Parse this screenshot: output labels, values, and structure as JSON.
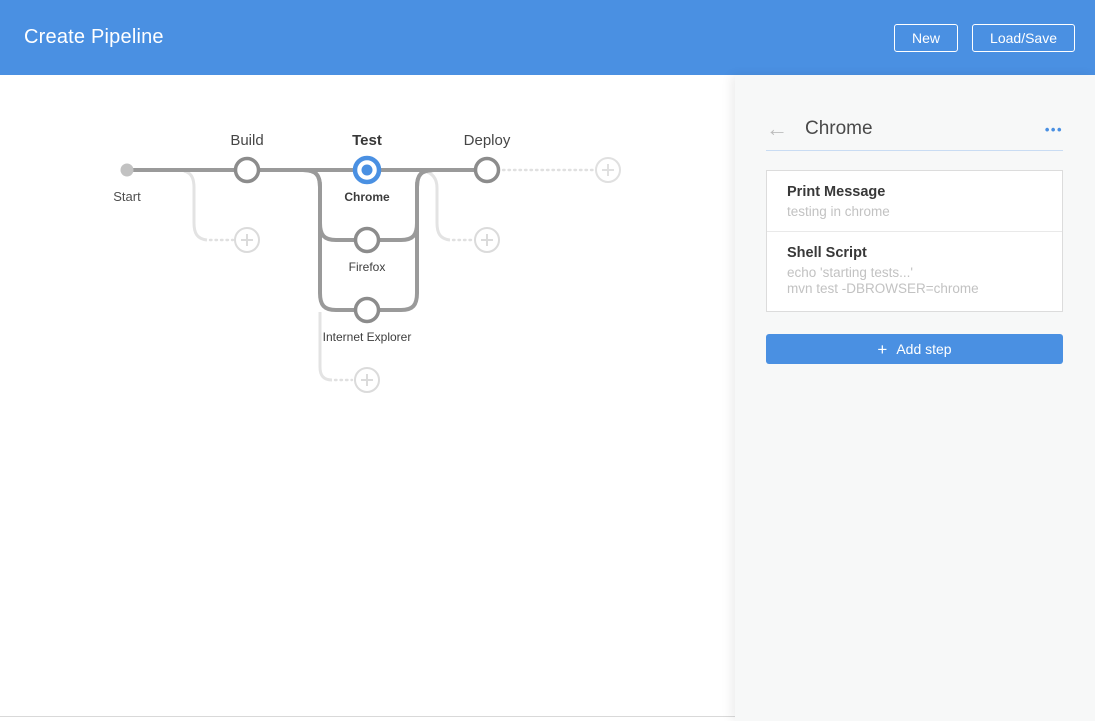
{
  "header": {
    "title": "Create Pipeline",
    "new_button": "New",
    "load_save_button": "Load/Save"
  },
  "pipeline": {
    "start_label": "Start",
    "stages": [
      {
        "name": "Build",
        "selected": false
      },
      {
        "name": "Test",
        "selected": true,
        "branches": [
          {
            "name": "Chrome",
            "selected": true
          },
          {
            "name": "Firefox",
            "selected": false
          },
          {
            "name": "Internet Explorer",
            "selected": false
          }
        ]
      },
      {
        "name": "Deploy",
        "selected": false
      }
    ]
  },
  "panel": {
    "back_icon": "←",
    "title": "Chrome",
    "overflow_icon": "•••",
    "steps": [
      {
        "title": "Print Message",
        "details": [
          "testing in chrome"
        ]
      },
      {
        "title": "Shell Script",
        "details": [
          "echo 'starting tests...'",
          "mvn test -DBROWSER=chrome"
        ]
      }
    ],
    "plus_icon": "+",
    "add_step_label": "Add step"
  },
  "colors": {
    "header_blue": "#4A90E2",
    "selected_node_blue": "#4A90E2",
    "line_gray": "#9A9A9A",
    "node_border_gray": "#8C8C8C",
    "placeholder_gray": "#DBDBDB"
  }
}
